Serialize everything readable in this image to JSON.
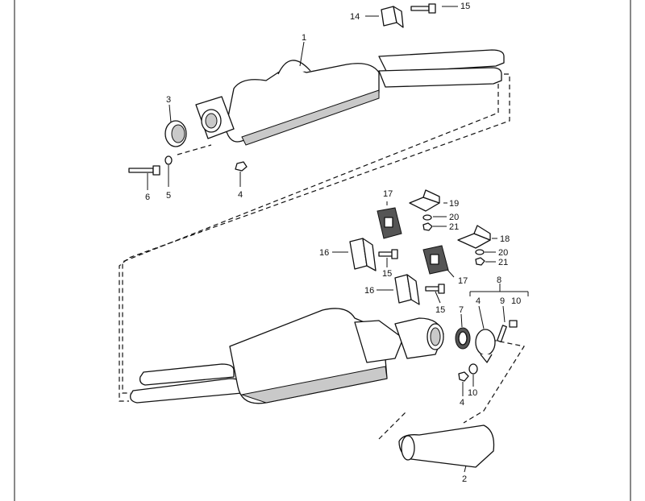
{
  "callouts": {
    "c1": "1",
    "c2": "2",
    "c3": "3",
    "c4_top": "4",
    "c4_group": "4",
    "c4_bottom": "4",
    "c5": "5",
    "c6": "6",
    "c7": "7",
    "c8": "8",
    "c9": "9",
    "c10_group": "10",
    "c10_bottom": "10",
    "c14": "14",
    "c15_top": "15",
    "c15_mid": "15",
    "c15_low": "15",
    "c16_a": "16",
    "c16_b": "16",
    "c17_a": "17",
    "c17_b": "17",
    "c18": "18",
    "c19": "19",
    "c20_a": "20",
    "c20_b": "20",
    "c21_a": "21",
    "c21_b": "21"
  },
  "colors": {
    "line": "#111111",
    "shade": "#c9c9c9",
    "background": "#ffffff"
  }
}
